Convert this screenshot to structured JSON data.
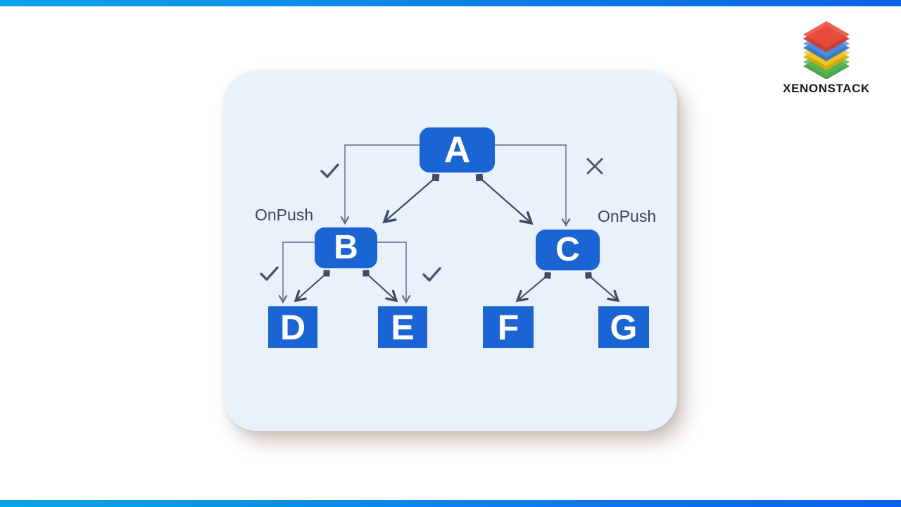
{
  "brand": {
    "name": "XENONSTACK",
    "logo_layer_colors": [
      "#E94C3C",
      "#4C8FE0",
      "#F6C91F",
      "#53B84D"
    ]
  },
  "palette": {
    "bar_gradient_start": "#0BA3E9",
    "bar_gradient_end": "#0B62E6",
    "node_fill": "#1B64D3",
    "node_text": "#FFFFFF",
    "panel_bg": "#E9F1FB",
    "edge_dark": "#3F4C63",
    "edge_light": "#5E6B7D",
    "mark_color": "#4A5667",
    "annotation_color": "#3A4659"
  },
  "diagram": {
    "nodes": [
      {
        "id": "A",
        "label": "A",
        "shape": "rounded"
      },
      {
        "id": "B",
        "label": "B",
        "shape": "rounded",
        "annotation": "OnPush"
      },
      {
        "id": "C",
        "label": "C",
        "shape": "rounded",
        "annotation": "OnPush"
      },
      {
        "id": "D",
        "label": "D",
        "shape": "square"
      },
      {
        "id": "E",
        "label": "E",
        "shape": "square"
      },
      {
        "id": "F",
        "label": "F",
        "shape": "square"
      },
      {
        "id": "G",
        "label": "G",
        "shape": "square"
      }
    ],
    "labels": {
      "onpush_left": "OnPush",
      "onpush_right": "OnPush"
    },
    "marks": [
      {
        "name": "check-left-of-a",
        "glyph": "check"
      },
      {
        "name": "cross-right-of-a",
        "glyph": "cross"
      },
      {
        "name": "check-left-of-b",
        "glyph": "check"
      },
      {
        "name": "check-right-of-b",
        "glyph": "check"
      }
    ],
    "edges": [
      {
        "from": "A",
        "to": "B",
        "style": "elbow",
        "head": "arrow"
      },
      {
        "from": "A",
        "to": "C",
        "style": "elbow",
        "head": "arrow"
      },
      {
        "from": "A",
        "to": "B",
        "style": "diagonal",
        "heads": "diamond-to-arrow"
      },
      {
        "from": "A",
        "to": "C",
        "style": "diagonal",
        "heads": "diamond-to-arrow"
      },
      {
        "from": "B",
        "to": "D",
        "style": "elbow",
        "head": "arrow"
      },
      {
        "from": "B",
        "to": "E",
        "style": "elbow",
        "head": "arrow"
      },
      {
        "from": "B",
        "to": "D",
        "style": "diagonal",
        "heads": "diamond-to-arrow"
      },
      {
        "from": "B",
        "to": "E",
        "style": "diagonal",
        "heads": "diamond-to-arrow"
      },
      {
        "from": "C",
        "to": "F",
        "style": "diagonal",
        "heads": "diamond-to-arrow"
      },
      {
        "from": "C",
        "to": "G",
        "style": "diagonal",
        "heads": "diamond-to-arrow"
      }
    ]
  }
}
